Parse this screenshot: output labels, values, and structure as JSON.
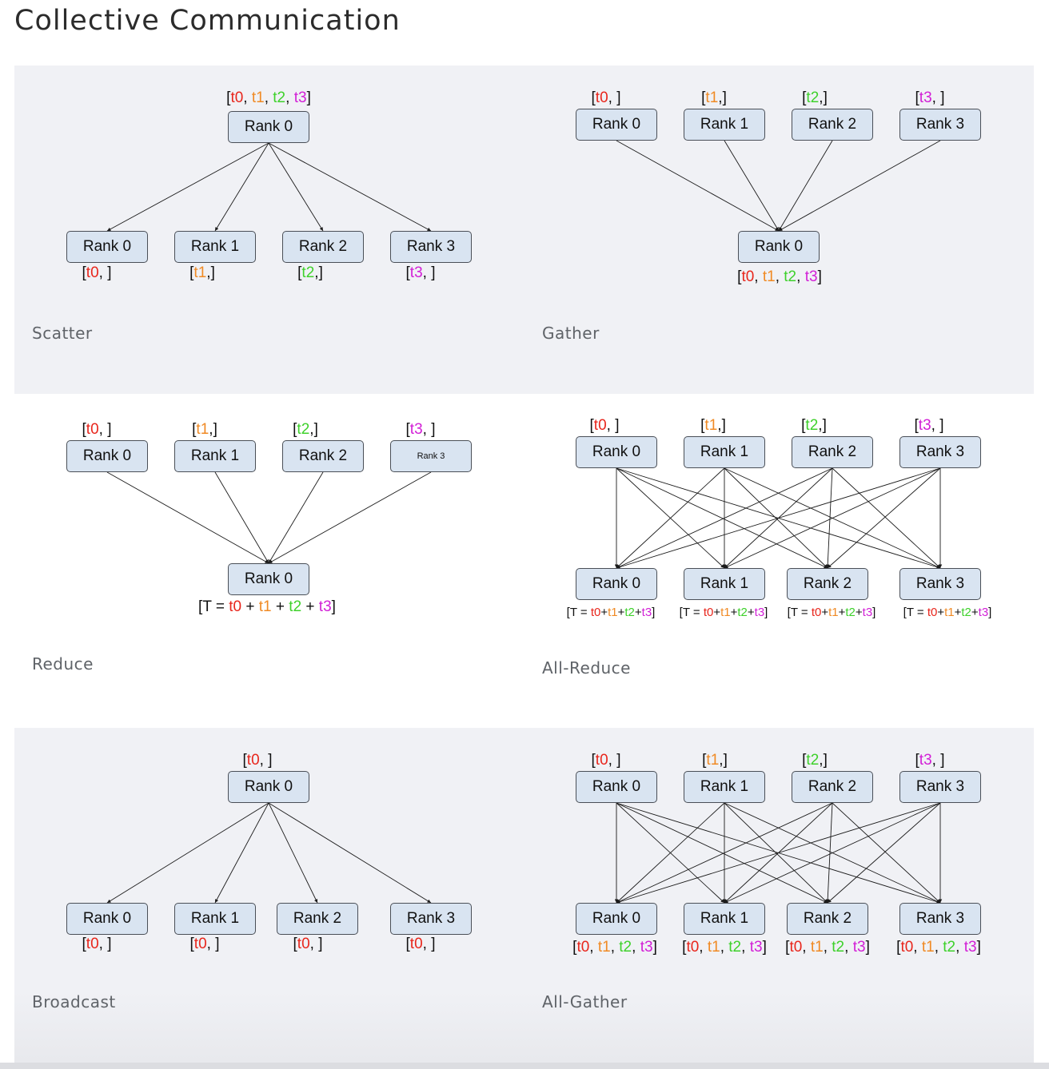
{
  "title": "Collective Communication",
  "colors": {
    "bracket": "#111111",
    "t0": "#e8261c",
    "t1": "#f08a24",
    "t2": "#3ed12b",
    "t3": "#d21fd6",
    "node_fill": "#d9e4f1",
    "node_border": "#4a4f57",
    "band": "#f0f1f5"
  },
  "diagrams": [
    {
      "caption": "Scatter",
      "nodes": [
        {
          "id": "s0",
          "label": "Rank 0",
          "top": [
            {
              "t": "["
            },
            {
              "t": "t0",
              "c": "t0"
            },
            {
              "t": ", "
            },
            {
              "t": "t1",
              "c": "t1"
            },
            {
              "t": ", "
            },
            {
              "t": "t2",
              "c": "t2"
            },
            {
              "t": ", "
            },
            {
              "t": "t3",
              "c": "t3"
            },
            {
              "t": "]"
            }
          ]
        },
        {
          "id": "s1",
          "label": "Rank 0",
          "bottom": [
            {
              "t": "["
            },
            {
              "t": "t0",
              "c": "t0"
            },
            {
              "t": ", ]"
            }
          ]
        },
        {
          "id": "s2",
          "label": "Rank 1",
          "bottom": [
            {
              "t": "["
            },
            {
              "t": "t1",
              "c": "t1"
            },
            {
              "t": ",]"
            }
          ]
        },
        {
          "id": "s3",
          "label": "Rank 2",
          "bottom": [
            {
              "t": "["
            },
            {
              "t": "t2",
              "c": "t2"
            },
            {
              "t": ",]"
            }
          ]
        },
        {
          "id": "s4",
          "label": "Rank 3",
          "bottom": [
            {
              "t": "["
            },
            {
              "t": "t3",
              "c": "t3"
            },
            {
              "t": ", ]"
            }
          ]
        }
      ]
    },
    {
      "caption": "Gather",
      "nodes": [
        {
          "id": "g0",
          "label": "Rank 0",
          "top": [
            {
              "t": "["
            },
            {
              "t": "t0",
              "c": "t0"
            },
            {
              "t": ", ]"
            }
          ]
        },
        {
          "id": "g1",
          "label": "Rank 1",
          "top": [
            {
              "t": "["
            },
            {
              "t": "t1",
              "c": "t1"
            },
            {
              "t": ",]"
            }
          ]
        },
        {
          "id": "g2",
          "label": "Rank 2",
          "top": [
            {
              "t": "["
            },
            {
              "t": "t2",
              "c": "t2"
            },
            {
              "t": ",]"
            }
          ]
        },
        {
          "id": "g3",
          "label": "Rank 3",
          "top": [
            {
              "t": "["
            },
            {
              "t": "t3",
              "c": "t3"
            },
            {
              "t": ", ]"
            }
          ]
        },
        {
          "id": "g4",
          "label": "Rank 0",
          "bottom": [
            {
              "t": "["
            },
            {
              "t": "t0",
              "c": "t0"
            },
            {
              "t": ", "
            },
            {
              "t": "t1",
              "c": "t1"
            },
            {
              "t": ", "
            },
            {
              "t": "t2",
              "c": "t2"
            },
            {
              "t": ", "
            },
            {
              "t": "t3",
              "c": "t3"
            },
            {
              "t": "]"
            }
          ]
        }
      ]
    },
    {
      "caption": "Reduce",
      "nodes": [
        {
          "id": "r0",
          "label": "Rank 0",
          "top": [
            {
              "t": "["
            },
            {
              "t": "t0",
              "c": "t0"
            },
            {
              "t": ", ]"
            }
          ]
        },
        {
          "id": "r1",
          "label": "Rank 1",
          "top": [
            {
              "t": "["
            },
            {
              "t": "t1",
              "c": "t1"
            },
            {
              "t": ",]"
            }
          ]
        },
        {
          "id": "r2",
          "label": "Rank 2",
          "top": [
            {
              "t": "["
            },
            {
              "t": "t2",
              "c": "t2"
            },
            {
              "t": ",]"
            }
          ]
        },
        {
          "id": "r3",
          "label": "Rank 3",
          "top": [
            {
              "t": "["
            },
            {
              "t": "t3",
              "c": "t3"
            },
            {
              "t": ", ]"
            }
          ]
        },
        {
          "id": "r4",
          "label": "Rank 0",
          "bottom": [
            {
              "t": "[T = "
            },
            {
              "t": "t0",
              "c": "t0"
            },
            {
              "t": " + "
            },
            {
              "t": "t1",
              "c": "t1"
            },
            {
              "t": " + "
            },
            {
              "t": "t2",
              "c": "t2"
            },
            {
              "t": " + "
            },
            {
              "t": "t3",
              "c": "t3"
            },
            {
              "t": "]"
            }
          ]
        }
      ]
    },
    {
      "caption": "All-Reduce",
      "nodes": [
        {
          "id": "ar0",
          "label": "Rank 0",
          "top": [
            {
              "t": "["
            },
            {
              "t": "t0",
              "c": "t0"
            },
            {
              "t": ", ]"
            }
          ]
        },
        {
          "id": "ar1",
          "label": "Rank 1",
          "top": [
            {
              "t": "["
            },
            {
              "t": "t1",
              "c": "t1"
            },
            {
              "t": ",]"
            }
          ]
        },
        {
          "id": "ar2",
          "label": "Rank 2",
          "top": [
            {
              "t": "["
            },
            {
              "t": "t2",
              "c": "t2"
            },
            {
              "t": ",]"
            }
          ]
        },
        {
          "id": "ar3",
          "label": "Rank 3",
          "top": [
            {
              "t": "["
            },
            {
              "t": "t3",
              "c": "t3"
            },
            {
              "t": ", ]"
            }
          ]
        },
        {
          "id": "ar4",
          "label": "Rank 0",
          "bottom": [
            {
              "t": "[T = "
            },
            {
              "t": "t0",
              "c": "t0"
            },
            {
              "t": "+"
            },
            {
              "t": "t1",
              "c": "t1"
            },
            {
              "t": "+"
            },
            {
              "t": "t2",
              "c": "t2"
            },
            {
              "t": "+"
            },
            {
              "t": "t3",
              "c": "t3"
            },
            {
              "t": "]"
            }
          ]
        },
        {
          "id": "ar5",
          "label": "Rank 1",
          "bottom": [
            {
              "t": "[T = "
            },
            {
              "t": "t0",
              "c": "t0"
            },
            {
              "t": "+"
            },
            {
              "t": "t1",
              "c": "t1"
            },
            {
              "t": "+"
            },
            {
              "t": "t2",
              "c": "t2"
            },
            {
              "t": "+"
            },
            {
              "t": "t3",
              "c": "t3"
            },
            {
              "t": "]"
            }
          ]
        },
        {
          "id": "ar6",
          "label": "Rank 2",
          "bottom": [
            {
              "t": "[T = "
            },
            {
              "t": "t0",
              "c": "t0"
            },
            {
              "t": "+"
            },
            {
              "t": "t1",
              "c": "t1"
            },
            {
              "t": "+"
            },
            {
              "t": "t2",
              "c": "t2"
            },
            {
              "t": "+"
            },
            {
              "t": "t3",
              "c": "t3"
            },
            {
              "t": "]"
            }
          ]
        },
        {
          "id": "ar7",
          "label": "Rank 3",
          "bottom": [
            {
              "t": "[T = "
            },
            {
              "t": "t0",
              "c": "t0"
            },
            {
              "t": "+"
            },
            {
              "t": "t1",
              "c": "t1"
            },
            {
              "t": "+"
            },
            {
              "t": "t2",
              "c": "t2"
            },
            {
              "t": "+"
            },
            {
              "t": "t3",
              "c": "t3"
            },
            {
              "t": "]"
            }
          ]
        }
      ]
    },
    {
      "caption": "Broadcast",
      "nodes": [
        {
          "id": "b0",
          "label": "Rank 0",
          "top": [
            {
              "t": "["
            },
            {
              "t": "t0",
              "c": "t0"
            },
            {
              "t": ", ]"
            }
          ]
        },
        {
          "id": "b1",
          "label": "Rank 0",
          "bottom": [
            {
              "t": "["
            },
            {
              "t": "t0",
              "c": "t0"
            },
            {
              "t": ", ]"
            }
          ]
        },
        {
          "id": "b2",
          "label": "Rank 1",
          "bottom": [
            {
              "t": "["
            },
            {
              "t": "t0",
              "c": "t0"
            },
            {
              "t": ", ]"
            }
          ]
        },
        {
          "id": "b3",
          "label": "Rank 2",
          "bottom": [
            {
              "t": "["
            },
            {
              "t": "t0",
              "c": "t0"
            },
            {
              "t": ", ]"
            }
          ]
        },
        {
          "id": "b4",
          "label": "Rank 3",
          "bottom": [
            {
              "t": "["
            },
            {
              "t": "t0",
              "c": "t0"
            },
            {
              "t": ", ]"
            }
          ]
        }
      ]
    },
    {
      "caption": "All-Gather",
      "nodes": [
        {
          "id": "ag0",
          "label": "Rank 0",
          "top": [
            {
              "t": "["
            },
            {
              "t": "t0",
              "c": "t0"
            },
            {
              "t": ", ]"
            }
          ]
        },
        {
          "id": "ag1",
          "label": "Rank 1",
          "top": [
            {
              "t": "["
            },
            {
              "t": "t1",
              "c": "t1"
            },
            {
              "t": ",]"
            }
          ]
        },
        {
          "id": "ag2",
          "label": "Rank 2",
          "top": [
            {
              "t": "["
            },
            {
              "t": "t2",
              "c": "t2"
            },
            {
              "t": ",]"
            }
          ]
        },
        {
          "id": "ag3",
          "label": "Rank 3",
          "top": [
            {
              "t": "["
            },
            {
              "t": "t3",
              "c": "t3"
            },
            {
              "t": ", ]"
            }
          ]
        },
        {
          "id": "ag4",
          "label": "Rank 0",
          "bottom": [
            {
              "t": "["
            },
            {
              "t": "t0",
              "c": "t0"
            },
            {
              "t": ", "
            },
            {
              "t": "t1",
              "c": "t1"
            },
            {
              "t": ", "
            },
            {
              "t": "t2",
              "c": "t2"
            },
            {
              "t": ", "
            },
            {
              "t": "t3",
              "c": "t3"
            },
            {
              "t": "]"
            }
          ]
        },
        {
          "id": "ag5",
          "label": "Rank 1",
          "bottom": [
            {
              "t": "["
            },
            {
              "t": "t0",
              "c": "t0"
            },
            {
              "t": ", "
            },
            {
              "t": "t1",
              "c": "t1"
            },
            {
              "t": ", "
            },
            {
              "t": "t2",
              "c": "t2"
            },
            {
              "t": ", "
            },
            {
              "t": "t3",
              "c": "t3"
            },
            {
              "t": "]"
            }
          ]
        },
        {
          "id": "ag6",
          "label": "Rank 2",
          "bottom": [
            {
              "t": "["
            },
            {
              "t": "t0",
              "c": "t0"
            },
            {
              "t": ", "
            },
            {
              "t": "t1",
              "c": "t1"
            },
            {
              "t": ", "
            },
            {
              "t": "t2",
              "c": "t2"
            },
            {
              "t": ", "
            },
            {
              "t": "t3",
              "c": "t3"
            },
            {
              "t": "]"
            }
          ]
        },
        {
          "id": "ag7",
          "label": "Rank 3",
          "bottom": [
            {
              "t": "["
            },
            {
              "t": "t0",
              "c": "t0"
            },
            {
              "t": ", "
            },
            {
              "t": "t1",
              "c": "t1"
            },
            {
              "t": ", "
            },
            {
              "t": "t2",
              "c": "t2"
            },
            {
              "t": ", "
            },
            {
              "t": "t3",
              "c": "t3"
            },
            {
              "t": "]"
            }
          ]
        }
      ]
    }
  ]
}
